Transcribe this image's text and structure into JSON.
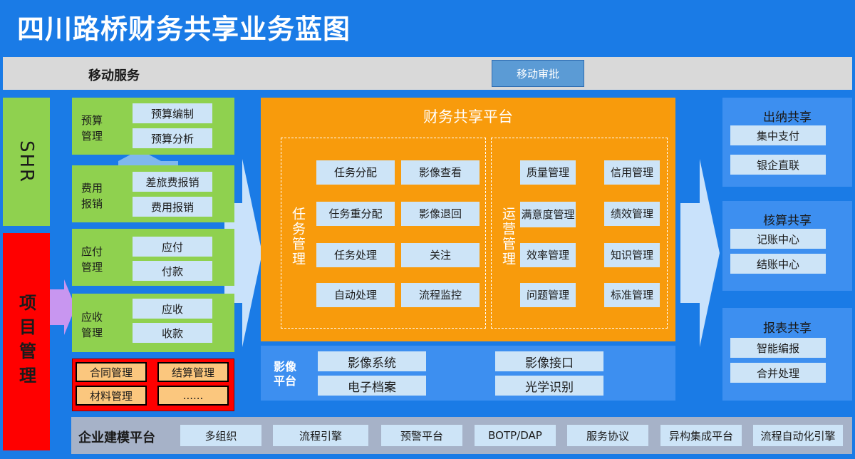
{
  "title": "四川路桥财务共享业务蓝图",
  "mobile": {
    "label": "移动服务",
    "approve": "移动审批"
  },
  "left": {
    "shr": "SHR",
    "project": "项目管理"
  },
  "modules": [
    {
      "label": "预算管理",
      "items": [
        "预算编制",
        "预算分析"
      ]
    },
    {
      "label": "费用报销",
      "items": [
        "差旅费报销",
        "费用报销"
      ]
    },
    {
      "label": "应付管理",
      "items": [
        "应付",
        "付款"
      ]
    },
    {
      "label": "应收管理",
      "items": [
        "应收",
        "收款"
      ]
    }
  ],
  "project_items": [
    "合同管理",
    "结算管理",
    "材料管理",
    "......"
  ],
  "platform": {
    "title": "财务共享平台",
    "task_label": "任务管理",
    "task_items": [
      "任务分配",
      "影像查看",
      "任务重分配",
      "影像退回",
      "任务处理",
      "关注",
      "自动处理",
      "流程监控"
    ],
    "ops_label": "运营管理",
    "ops_items": [
      "质量管理",
      "信用管理",
      "满意度管理",
      "绩效管理",
      "效率管理",
      "知识管理",
      "问题管理",
      "标准管理"
    ]
  },
  "image_platform": {
    "label": "影像平台",
    "items": [
      "影像系统",
      "影像接口",
      "电子档案",
      "光学识别"
    ]
  },
  "right": [
    {
      "title": "出纳共享",
      "items": [
        "集中支付",
        "银企直联"
      ]
    },
    {
      "title": "核算共享",
      "items": [
        "记账中心",
        "结账中心"
      ]
    },
    {
      "title": "报表共享",
      "items": [
        "智能编报",
        "合并处理"
      ]
    }
  ],
  "bottom": {
    "label": "企业建模平台",
    "items": [
      "多组织",
      "流程引擎",
      "预警平台",
      "BOTP/DAP",
      "服务协议",
      "异构集成平台",
      "流程自动化引擎"
    ]
  },
  "colors": {
    "background": "#1a7be6",
    "orange": "#f89b0c",
    "green": "#8fd14f",
    "red": "#ff0000",
    "button": "#cde4f7",
    "arrow": "#c9e2fb",
    "purple_arrow": "#c896f0"
  }
}
